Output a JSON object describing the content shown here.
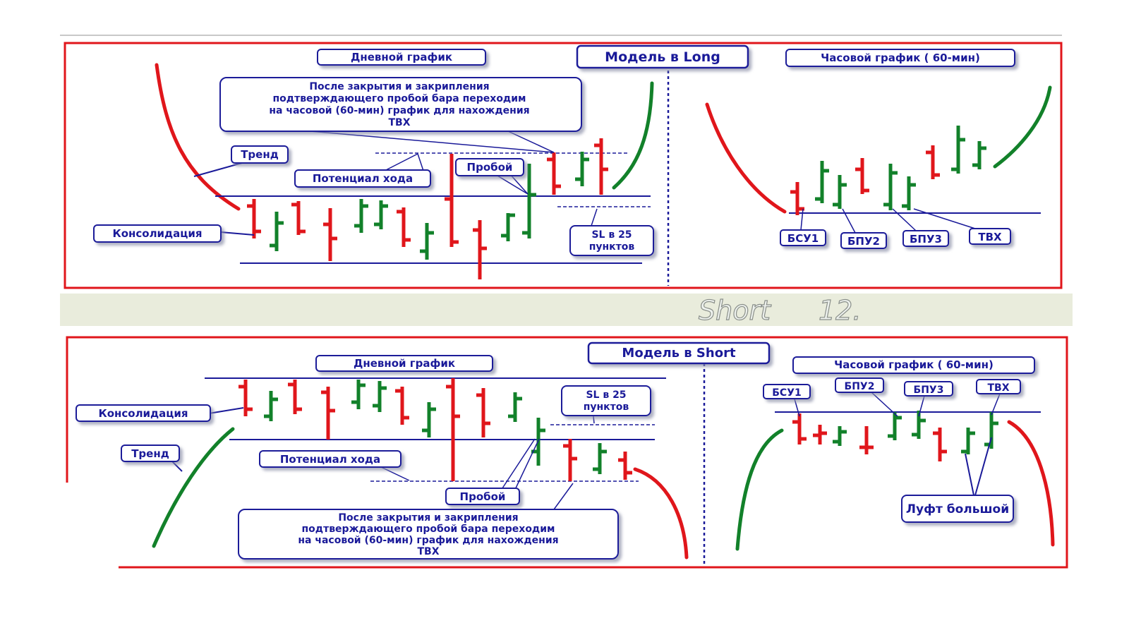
{
  "colors": {
    "frame": "#e0161b",
    "line": "#1a1a99",
    "bull": "#12812a",
    "bear": "#e0161b",
    "band": "#e9ecdc"
  },
  "banner": {
    "word": "Short",
    "number": "12."
  },
  "top": {
    "model": "Модель в Long",
    "daily": "Дневной график",
    "hourly": "Часовой график ( 60-мин)",
    "note_lines": [
      "После закрытия и закрипления",
      "подтверждающего пробой бара переходим",
      "на часовой (60-мин) график для нахождения",
      "ТВХ"
    ],
    "trend": "Тренд",
    "potential": "Потенциал хода",
    "breakout": "Пробой",
    "consolidation": "Консолидация",
    "sl_lines": [
      "SL в 25",
      "пунктов"
    ],
    "bsu1": "БСУ1",
    "bpu2": "БПУ2",
    "bpu3": "БПУ3",
    "tvh": "ТВХ"
  },
  "bottom": {
    "model": "Модель в Short",
    "daily": "Дневной график",
    "hourly": "Часовой график ( 60-мин)",
    "consolidation": "Консолидация",
    "trend": "Тренд",
    "potential": "Потенциал хода",
    "breakout": "Пробой",
    "sl_lines": [
      "SL в 25",
      "пунктов"
    ],
    "note_lines": [
      "После закрытия и закрипления",
      "подтверждающего пробой бара переходим",
      "на часовой (60-мин) график для нахождения",
      "ТВХ"
    ],
    "bsu1": "БСУ1",
    "bpu2": "БПУ2",
    "bpu3": "БПУ3",
    "tvh": "ТВХ",
    "luft": "Луфт большой"
  }
}
